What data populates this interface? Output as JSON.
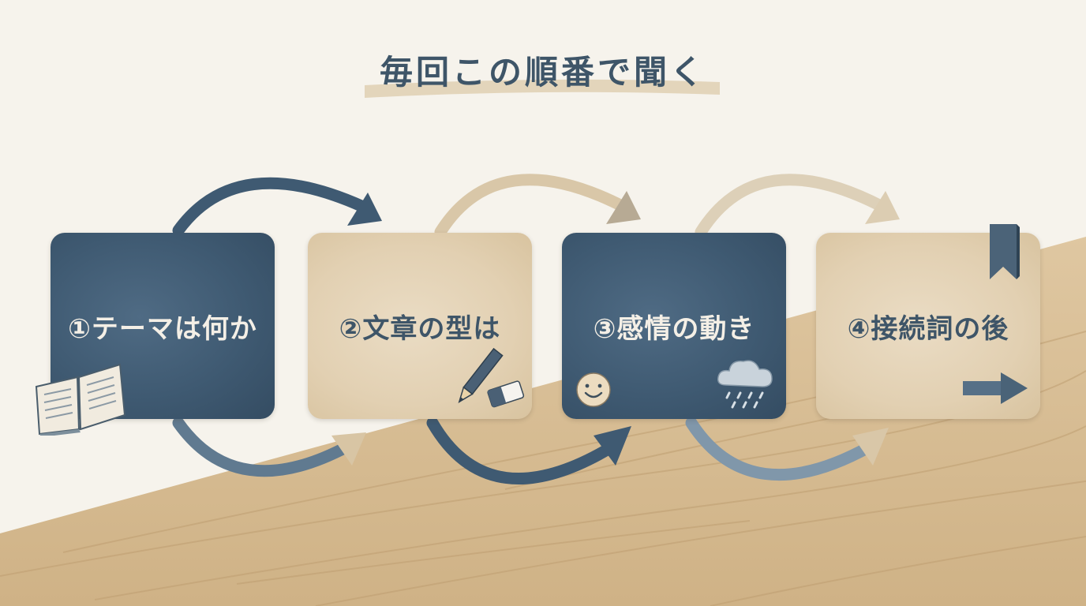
{
  "title": "毎回この順番で聞く",
  "steps": [
    {
      "label": "①テーマは何か",
      "icon": "book-icon"
    },
    {
      "label": "②文章の型は",
      "icon": "pencil-eraser-icon"
    },
    {
      "label": "③感情の動き",
      "icon": "smiley-rain-cloud-icon"
    },
    {
      "label": "④接続詞の後",
      "icon": "bookmark-arrow-icon"
    }
  ],
  "colors": {
    "navy": "#3f5a72",
    "beige": "#e2d0b2",
    "wood": "#d9bf96",
    "background": "#f6f3ec",
    "title": "#3e5568"
  }
}
